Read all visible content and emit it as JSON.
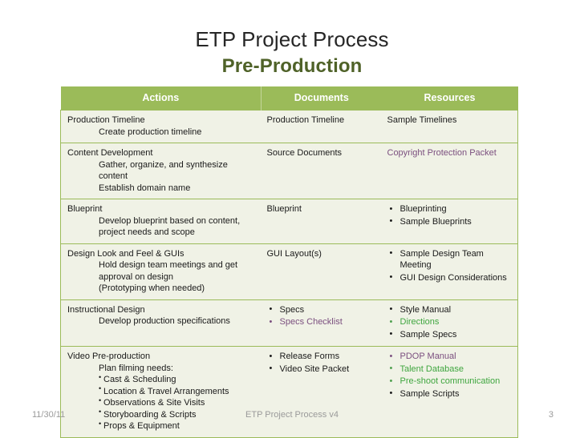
{
  "slide": {
    "title": "ETP Project Process",
    "subtitle": "Pre-Production",
    "accent_green": "#9BBB59",
    "row_bg": "#F0F2E6",
    "subtitle_color": "#4F6228",
    "link_purple": "#7B4F7F",
    "link_green": "#3FA63F"
  },
  "table": {
    "headers": {
      "actions": "Actions",
      "documents": "Documents",
      "resources": "Resources"
    },
    "rows": [
      {
        "actions": {
          "heading": "Production Timeline",
          "sub": [
            "Create production timeline"
          ],
          "bullets": []
        },
        "documents": {
          "plain": [
            "Production Timeline"
          ],
          "bullets": []
        },
        "resources": {
          "plain": [
            "Sample Timelines"
          ],
          "bullets": []
        }
      },
      {
        "actions": {
          "heading": "Content Development",
          "sub": [
            "Gather, organize, and synthesize content",
            "Establish domain name"
          ],
          "bullets": []
        },
        "documents": {
          "plain": [
            "Source Documents"
          ],
          "bullets": []
        },
        "resources": {
          "plain": [],
          "bullets": [],
          "link_purple": [
            "Copyright Protection Packet"
          ]
        }
      },
      {
        "actions": {
          "heading": "Blueprint",
          "sub": [
            "Develop blueprint based on content, project needs and scope"
          ],
          "bullets": []
        },
        "documents": {
          "plain": [
            "Blueprint"
          ],
          "bullets": []
        },
        "resources": {
          "plain": [],
          "bullets": [
            "Blueprinting",
            "Sample Blueprints"
          ]
        }
      },
      {
        "actions": {
          "heading": "Design Look and Feel & GUIs",
          "sub": [
            "Hold design team meetings and get approval on design",
            "(Prototyping when needed)"
          ],
          "bullets": []
        },
        "documents": {
          "plain": [
            "GUI Layout(s)"
          ],
          "bullets": []
        },
        "resources": {
          "plain": [],
          "bullets": [
            "Sample Design Team Meeting",
            "GUI Design Considerations"
          ]
        }
      },
      {
        "actions": {
          "heading": "Instructional Design",
          "sub": [
            "Develop production specifications"
          ],
          "bullets": []
        },
        "documents": {
          "plain": [],
          "bullets": [
            "Specs"
          ],
          "bullets_purple": [
            "Specs Checklist"
          ]
        },
        "resources": {
          "plain": [],
          "bullets": [
            "Style Manual",
            "Sample Specs"
          ],
          "bullets_green": [
            "Directions"
          ]
        }
      },
      {
        "actions": {
          "heading": "Video Pre-production",
          "sub": [
            "Plan filming needs:"
          ],
          "bullets": [
            "Cast & Scheduling",
            "Location & Travel Arrangements",
            "Observations & Site Visits",
            "Storyboarding & Scripts",
            "Props & Equipment"
          ]
        },
        "documents": {
          "plain": [],
          "bullets": [
            "Release Forms",
            "Video Site Packet"
          ]
        },
        "resources": {
          "plain": [],
          "bullets": [
            "Sample Scripts"
          ],
          "bullets_purple": [
            "PDOP Manual"
          ],
          "bullets_green": [
            "Talent Database",
            "Pre-shoot communication"
          ]
        }
      }
    ]
  },
  "footer": {
    "date": "11/30/11",
    "center": "ETP Project Process v4",
    "page": "3"
  }
}
